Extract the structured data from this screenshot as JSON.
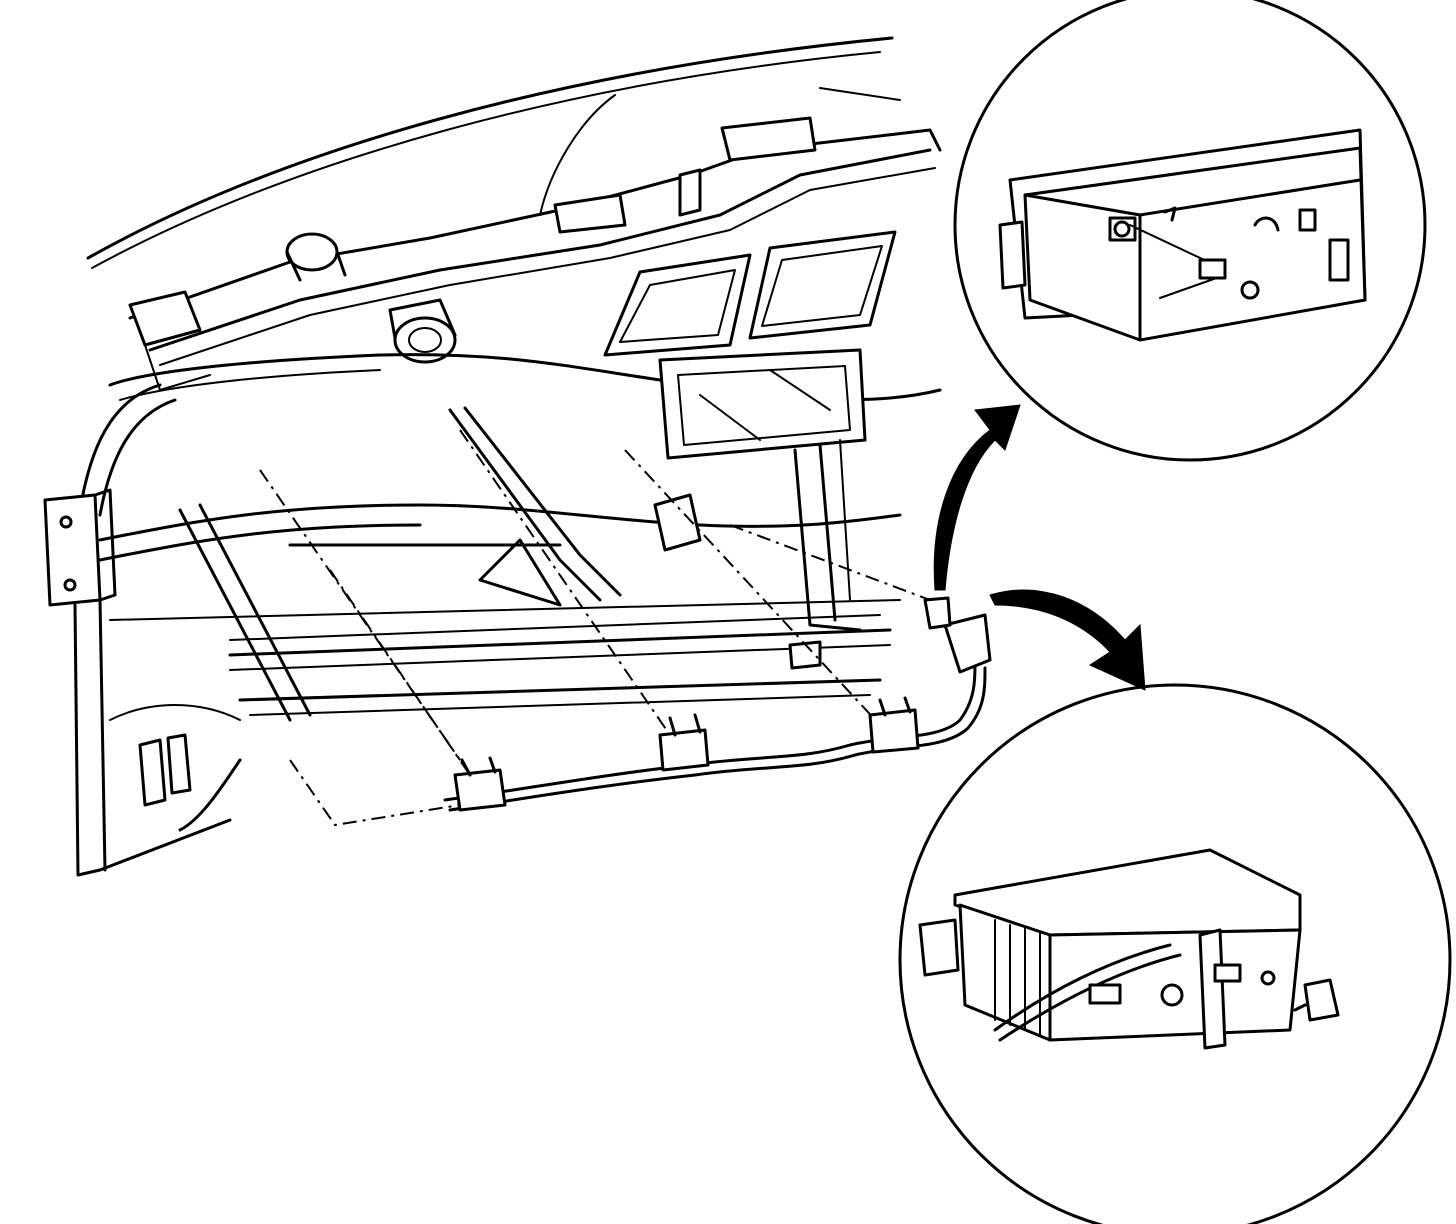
{
  "diagram": {
    "type": "exploded-assembly-line-art",
    "background_color": "#ffffff",
    "ink_color": "#000000",
    "parts": [
      "dashboard-windshield-edge",
      "instrument-panel-carrier",
      "left-mounting-bracket",
      "center-air-ducts",
      "defroster-outlets",
      "wiring-harness",
      "harness-clips",
      "harness-connector",
      "upper-detail-callout-module",
      "lower-detail-callout-module"
    ],
    "callouts": [
      {
        "name": "upper-detail-callout",
        "arrow": "arrow-to-upper-callout"
      },
      {
        "name": "lower-detail-callout",
        "arrow": "arrow-to-lower-callout"
      }
    ]
  }
}
